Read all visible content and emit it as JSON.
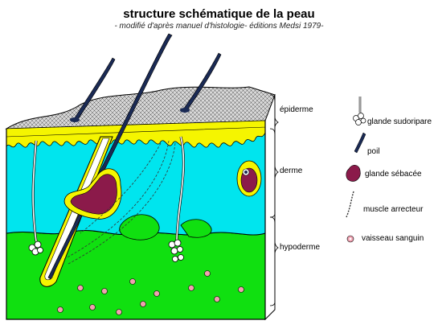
{
  "diagram": {
    "title": "structure schématique de la peau",
    "subtitle": "- modifié d'après manuel d'histologie- éditions Medsi 1979-",
    "layers": [
      {
        "key": "epiderme",
        "label": "épiderme"
      },
      {
        "key": "derme",
        "label": "derme"
      },
      {
        "key": "hypoderme",
        "label": "hypoderme"
      }
    ],
    "legend": [
      {
        "key": "glande_sudoripare",
        "label": "glande sudoripare",
        "icon": "sweat-gland-icon"
      },
      {
        "key": "poil",
        "label": "poil",
        "icon": "hair-icon"
      },
      {
        "key": "glande_sebacee",
        "label": "glande sébacée",
        "icon": "sebaceous-gland-icon"
      },
      {
        "key": "muscle_arrecteur",
        "label": "muscle arrecteur",
        "icon": "arrector-muscle-icon"
      },
      {
        "key": "vaisseau_sanguin",
        "label": "vaisseau sanguin",
        "icon": "blood-vessel-icon"
      }
    ],
    "colors": {
      "epidermis_surface": "#d8d8d8",
      "epidermis_basal": "#f5f500",
      "dermis": "#00e5ee",
      "hypodermis": "#10e010",
      "side_face": "#ffffff",
      "sebaceous_gland": "#8b1a4a",
      "hair": "#1a2a55",
      "vessel": "#f0a0b0"
    }
  }
}
